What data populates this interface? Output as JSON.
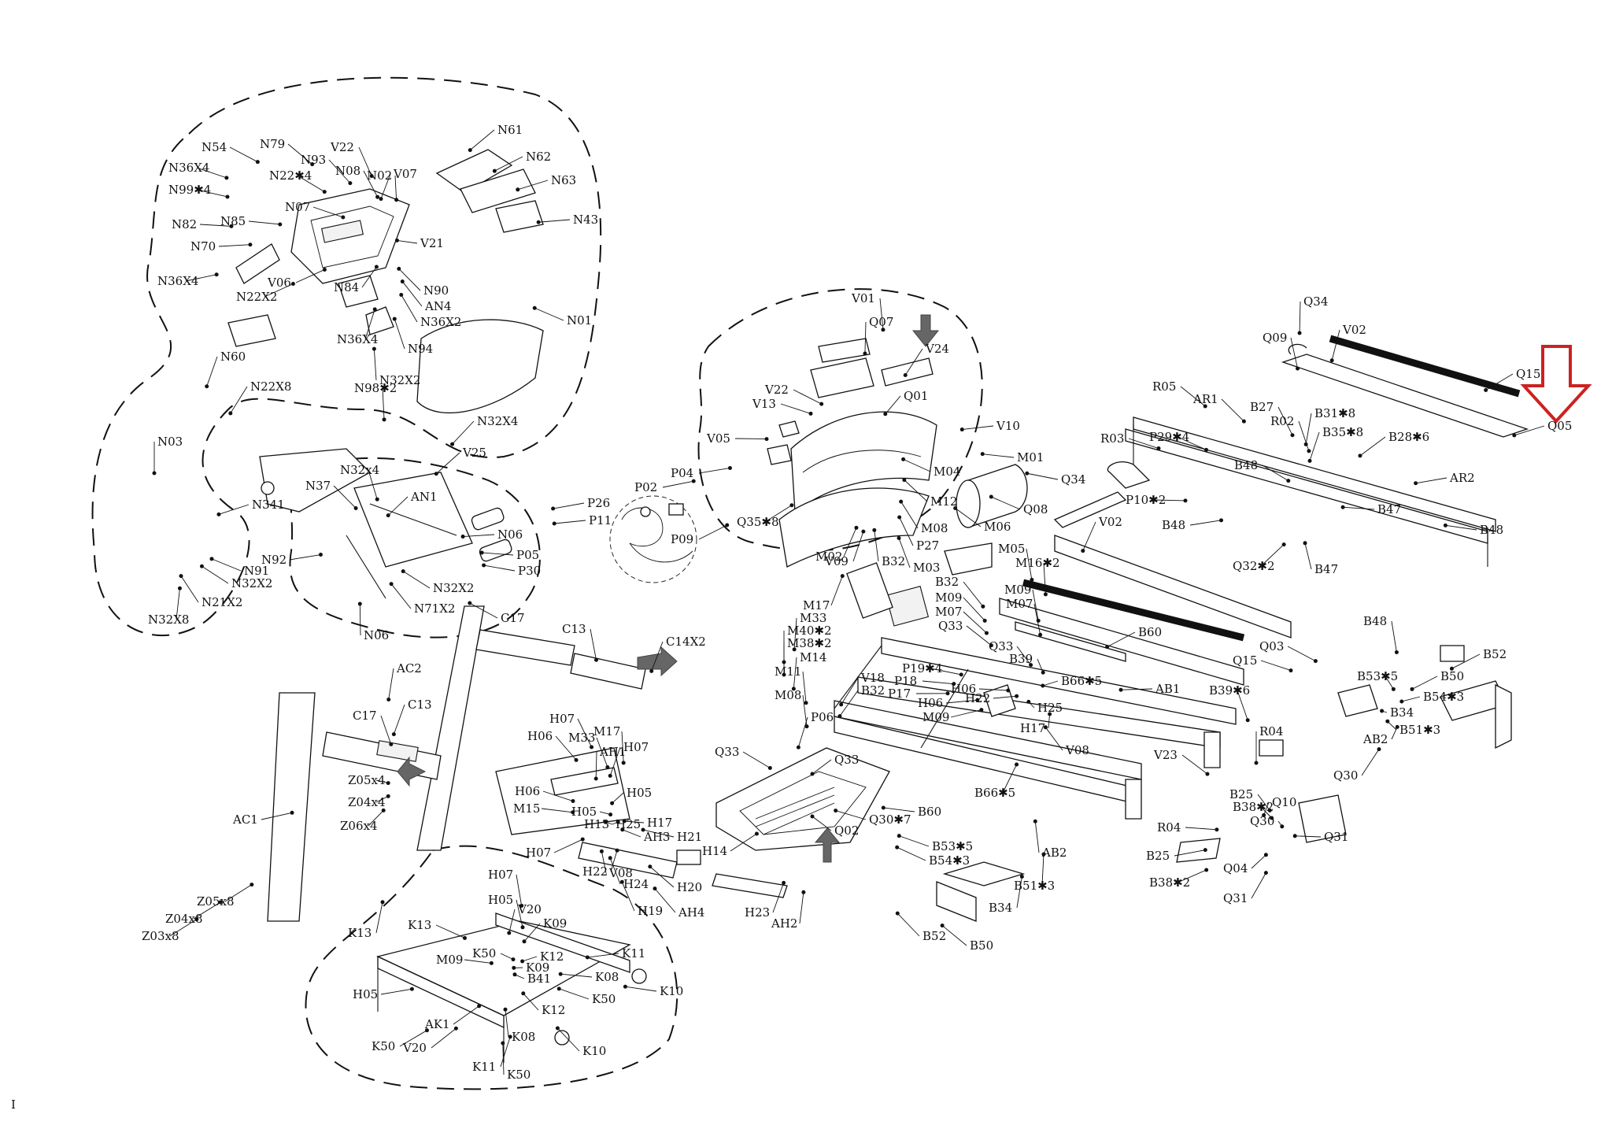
{
  "diagram": {
    "highlight_label": "Q05",
    "highlight_color": "#cc2222",
    "labels": {
      "N54": "N54",
      "N79": "N79",
      "N36X4_a": "N36X4",
      "N22x4": "N22✱4",
      "N99x4": "N99✱4",
      "N93": "N93",
      "V22_a": "V22",
      "N08": "N08",
      "N02": "N02",
      "V07": "V07",
      "N07": "N07",
      "N61": "N61",
      "N62": "N62",
      "N63": "N63",
      "N43": "N43",
      "V21": "V21",
      "N82": "N82",
      "N85": "N85",
      "N70": "N70",
      "N36X4_b": "N36X4",
      "N22X2_a": "N22X2",
      "V06": "V06",
      "N84": "N84",
      "N90": "N90",
      "AN4": "AN4",
      "N36X2": "N36X2",
      "N01": "N01",
      "N60": "N60",
      "N36X4_c": "N36X4",
      "N94": "N94",
      "N22X8": "N22X8",
      "N98x2": "N98✱2",
      "N32X2_a": "N32X2",
      "N32X4": "N32X4",
      "V25": "V25",
      "N03": "N03",
      "N341": "N341",
      "N92": "N92",
      "N91": "N91",
      "N32X2_b": "N32X2",
      "N21X2": "N21X2",
      "N32X8": "N32X8",
      "N37": "N37",
      "N32x4": "N32x4",
      "AN1": "AN1",
      "N06_a": "N06",
      "P05": "P05",
      "P30": "P30",
      "N32X2_c": "N32X2",
      "N71X2": "N71X2",
      "N06_b": "N06",
      "V01": "V01",
      "Q07": "Q07",
      "V24": "V24",
      "V22_b": "V22",
      "V13": "V13",
      "Q01": "Q01",
      "V05": "V05",
      "Q35x8": "Q35✱8",
      "M02": "M02",
      "V10": "V10",
      "M01": "M01",
      "M04": "M04",
      "M12": "M12",
      "P04": "P04",
      "P02": "P02",
      "P26": "P26",
      "P11": "P11",
      "P09": "P09",
      "Q34_a": "Q34",
      "V02_a": "V02",
      "Q09": "Q09",
      "Q15_a": "Q15",
      "Q05": "Q05",
      "R05": "R05",
      "AR1": "AR1",
      "B27": "B27",
      "B31x8": "B31✱8",
      "R02": "R02",
      "B35x8": "B35✱8",
      "R03": "R03",
      "P29x4": "P29✱4",
      "B28x6": "B28✱6",
      "B48_a": "B48",
      "AR2": "AR2",
      "P10x2": "P10✱2",
      "Q34_b": "Q34",
      "B47_a": "B47",
      "B48_b": "B48",
      "B48_c": "B48",
      "Q08": "Q08",
      "V02_b": "V02",
      "Q32x2": "Q32✱2",
      "B47_b": "B47",
      "B48_d": "B48",
      "B32_a": "B32",
      "P27": "P27",
      "M08": "M08",
      "M06": "M06",
      "M05": "M05",
      "M16x2": "M16✱2",
      "M03": "M03",
      "B32_b": "B32",
      "M09_a": "M09",
      "M09_b": "M09",
      "M07_a": "M07",
      "M07_b": "M07",
      "Q33_a": "Q33",
      "V09": "V09",
      "M17_a": "M17",
      "M33_a": "M33",
      "M40x2": "M40✱2",
      "M38x2": "M38✱2",
      "M14": "M14",
      "M11": "M11",
      "V18": "V18",
      "P18": "P18",
      "P19x4": "P19✱4",
      "B32_c": "B32",
      "M08_b": "M08",
      "P17": "P17",
      "H06_a": "H06",
      "Q33_b": "Q33",
      "Q03": "Q03",
      "Q15_b": "Q15",
      "B60_a": "B60",
      "B39_a": "B39",
      "B66x5_a": "B66✱5",
      "H06_b": "H06",
      "H22_a": "H22",
      "H25_a": "H25",
      "H17_a": "H17",
      "P06": "P06",
      "M09_c": "M09",
      "AB1": "AB1",
      "B39x6": "B39✱6",
      "B52_a": "B52",
      "B50_a": "B50",
      "B53x5_a": "B53✱5",
      "B54x3_a": "B54✱3",
      "B34_a": "B34",
      "AB2_a": "AB2",
      "B51x3_a": "B51✱3",
      "R04_a": "R04",
      "V08_a": "V08",
      "V23": "V23",
      "Q33_c": "Q33",
      "Q30x7": "Q30✱7",
      "Q02": "Q02",
      "Q33_d": "Q33",
      "B66x5_b": "B66✱5",
      "B60_b": "B60",
      "Q30_a": "Q30",
      "Q10": "Q10",
      "B25_a": "B25",
      "B38x2_a": "B38✱2",
      "Q30_b": "Q30",
      "Q31_a": "Q31",
      "R04_b": "R04",
      "B25_b": "B25",
      "B38x2_b": "B38✱2",
      "Q04": "Q04",
      "Q31_b": "Q31",
      "B53x5_b": "B53✱5",
      "B54x3_b": "B54✱3",
      "AB2_b": "AB2",
      "B51x3_b": "B51✱3",
      "B34_b": "B34",
      "B52_b": "B52",
      "B50_b": "B50",
      "C17_a": "C17",
      "C13_a": "C13",
      "C14X2": "C14X2",
      "AC2": "AC2",
      "C17_b": "C17",
      "C13_b": "C13",
      "Z05x4": "Z05x4",
      "Z04x4": "Z04x4",
      "Z06x4": "Z06x4",
      "AC1": "AC1",
      "Z05x8": "Z05x8",
      "Z04x8": "Z04x8",
      "Z03x8": "Z03x8",
      "H07_a": "H07",
      "H06_c": "H06",
      "M33_b": "M33",
      "M17_b": "M17",
      "AH1": "AH1",
      "H07_b": "H07",
      "H06_d": "H06",
      "H05_a": "H05",
      "M15": "M15",
      "H05_b": "H05",
      "H13": "H13",
      "H25_b": "H25",
      "H17_b": "H17",
      "AH3": "AH3",
      "H21": "H21",
      "H07_c": "H07",
      "H14": "H14",
      "H22_b": "H22",
      "V08_b": "V08",
      "H24": "H24",
      "H20": "H20",
      "H19": "H19",
      "AH4": "AH4",
      "H23": "H23",
      "AH2": "AH2",
      "H07_d": "H07",
      "H05_c": "H05",
      "V20_a": "V20",
      "K13_a": "K13",
      "K13_b": "K13",
      "K50_a": "K50",
      "K09_a": "K09",
      "K11_a": "K11",
      "M09_d": "M09",
      "K12_a": "K12",
      "K09_b": "K09",
      "B41": "B41",
      "K08_a": "K08",
      "K10_a": "K10",
      "H05_d": "H05",
      "K50_b": "K50",
      "K12_b": "K12",
      "AK1": "AK1",
      "V20_b": "V20",
      "K50_c": "K50",
      "K08_b": "K08",
      "K10_b": "K10",
      "K11_b": "K11",
      "K50_d": "K50",
      "page_mark": "I"
    }
  }
}
